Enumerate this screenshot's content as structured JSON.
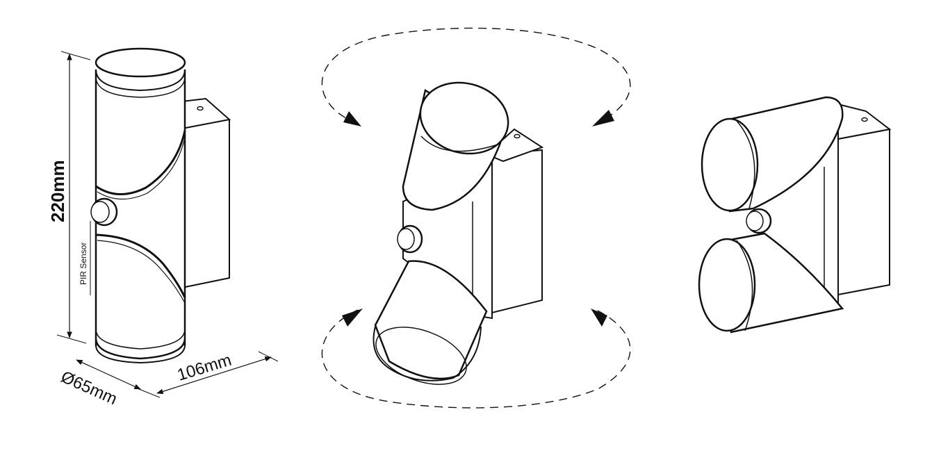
{
  "dimensions": {
    "height": "220mm",
    "depth": "106mm",
    "diameter": "Ø65mm",
    "sensor": "PIR Sensor"
  },
  "colors": {
    "stroke": "#111111",
    "fill": "#ffffff"
  }
}
